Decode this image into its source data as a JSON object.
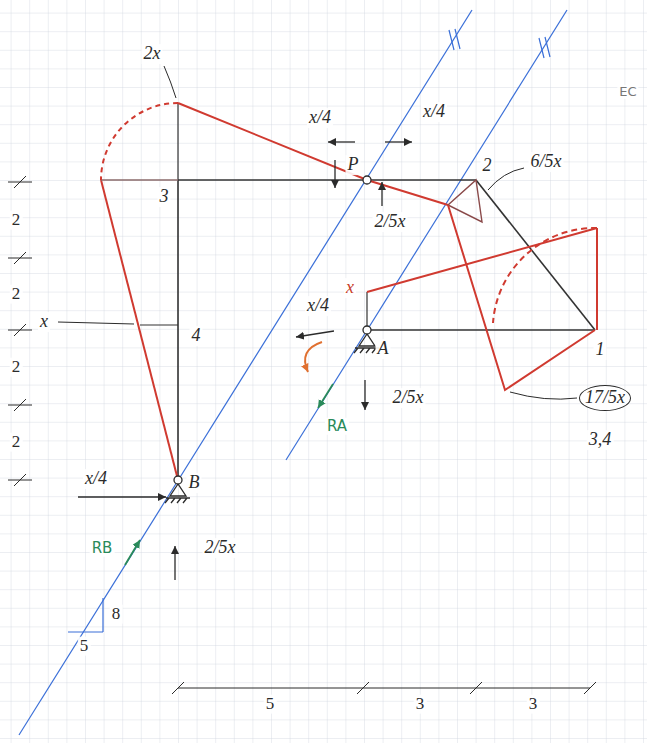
{
  "diagram": {
    "labels": [
      "2x",
      "x/4",
      "x/4",
      "P",
      "2/5x",
      "2",
      "6/5x",
      "3",
      "x",
      "4",
      "x",
      "x/4",
      "A",
      "2/5x",
      "RA",
      "1",
      "17/5x",
      "3,4",
      "x/4",
      "B",
      "RB",
      "2/5x",
      "8",
      "5",
      "2",
      "2",
      "2",
      "2",
      "5",
      "3",
      "3",
      "EC"
    ]
  }
}
